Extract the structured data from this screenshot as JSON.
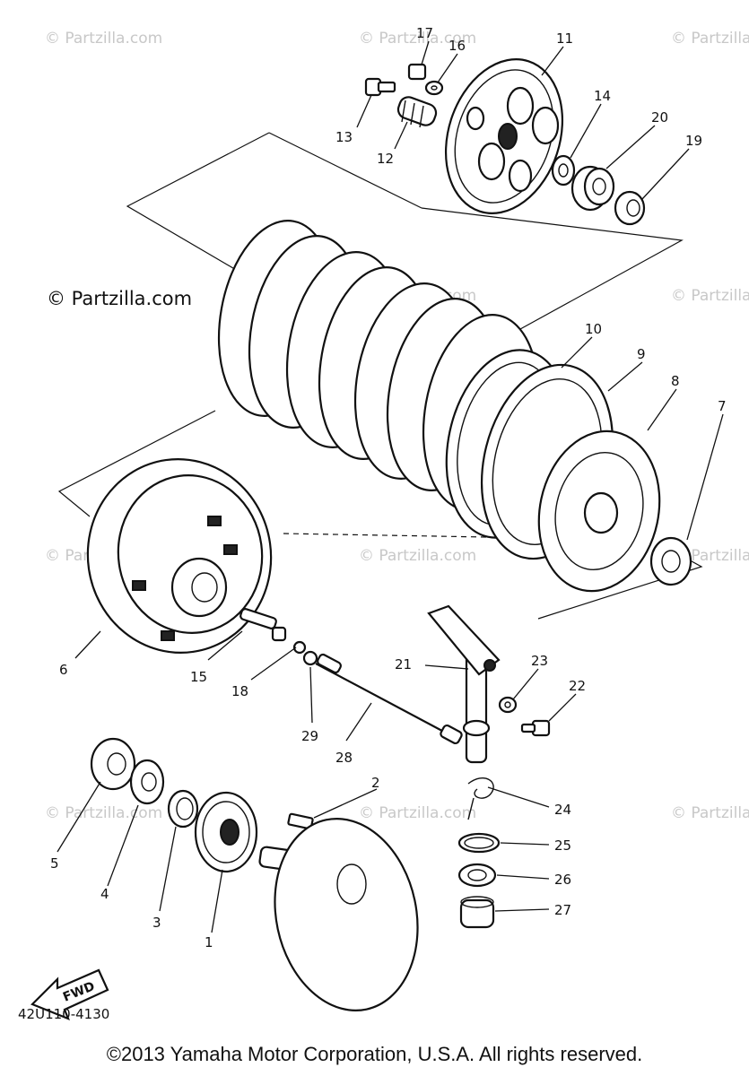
{
  "watermark": {
    "text": "© Partzilla.com",
    "main_text": "© Partzilla.com"
  },
  "diagram_code": "42U110-4130",
  "fwd_label": "FWD",
  "copyright": "©2013 Yamaha Motor Corporation, U.S.A. All rights reserved.",
  "callouts": {
    "c1": "1",
    "c2": "2",
    "c3": "3",
    "c4": "4",
    "c5": "5",
    "c6": "6",
    "c7": "7",
    "c8": "8",
    "c9": "9",
    "c10": "10",
    "c11": "11",
    "c12": "12",
    "c13": "13",
    "c14": "14",
    "c15": "15",
    "c16": "16",
    "c17": "17",
    "c18": "18",
    "c19": "19",
    "c20": "20",
    "c21": "21",
    "c22": "22",
    "c23": "23",
    "c24": "24",
    "c25": "25",
    "c26": "26",
    "c27": "27",
    "c28": "28",
    "c29": "29"
  }
}
